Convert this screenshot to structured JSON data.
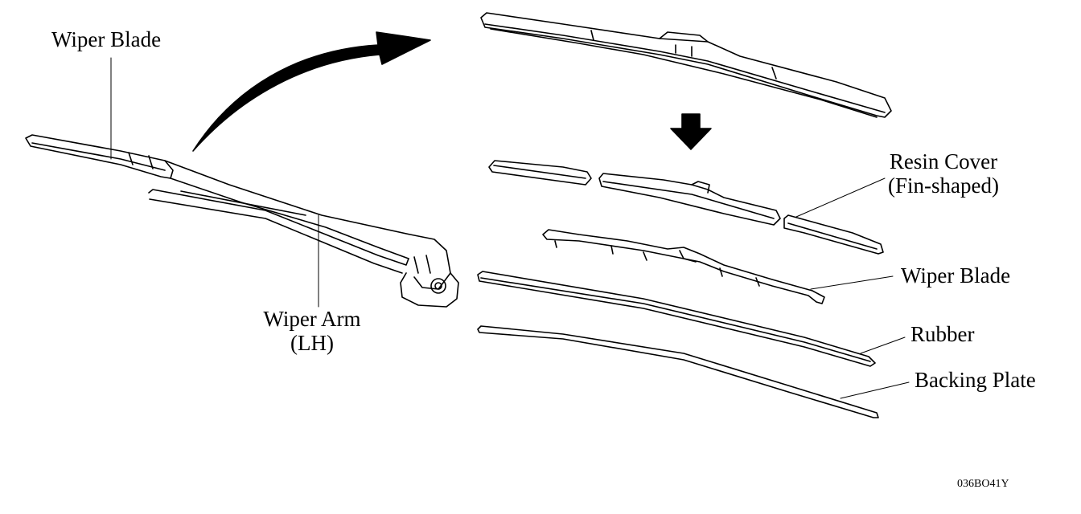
{
  "labels": {
    "wiper_blade_top": "Wiper Blade",
    "wiper_arm_line1": "Wiper Arm",
    "wiper_arm_line2": "(LH)",
    "resin_cover_line1": "Resin Cover",
    "resin_cover_line2": "(Fin-shaped)",
    "wiper_blade_right": "Wiper Blade",
    "rubber": "Rubber",
    "backing_plate": "Backing Plate"
  },
  "figure_code": "036BO41Y"
}
